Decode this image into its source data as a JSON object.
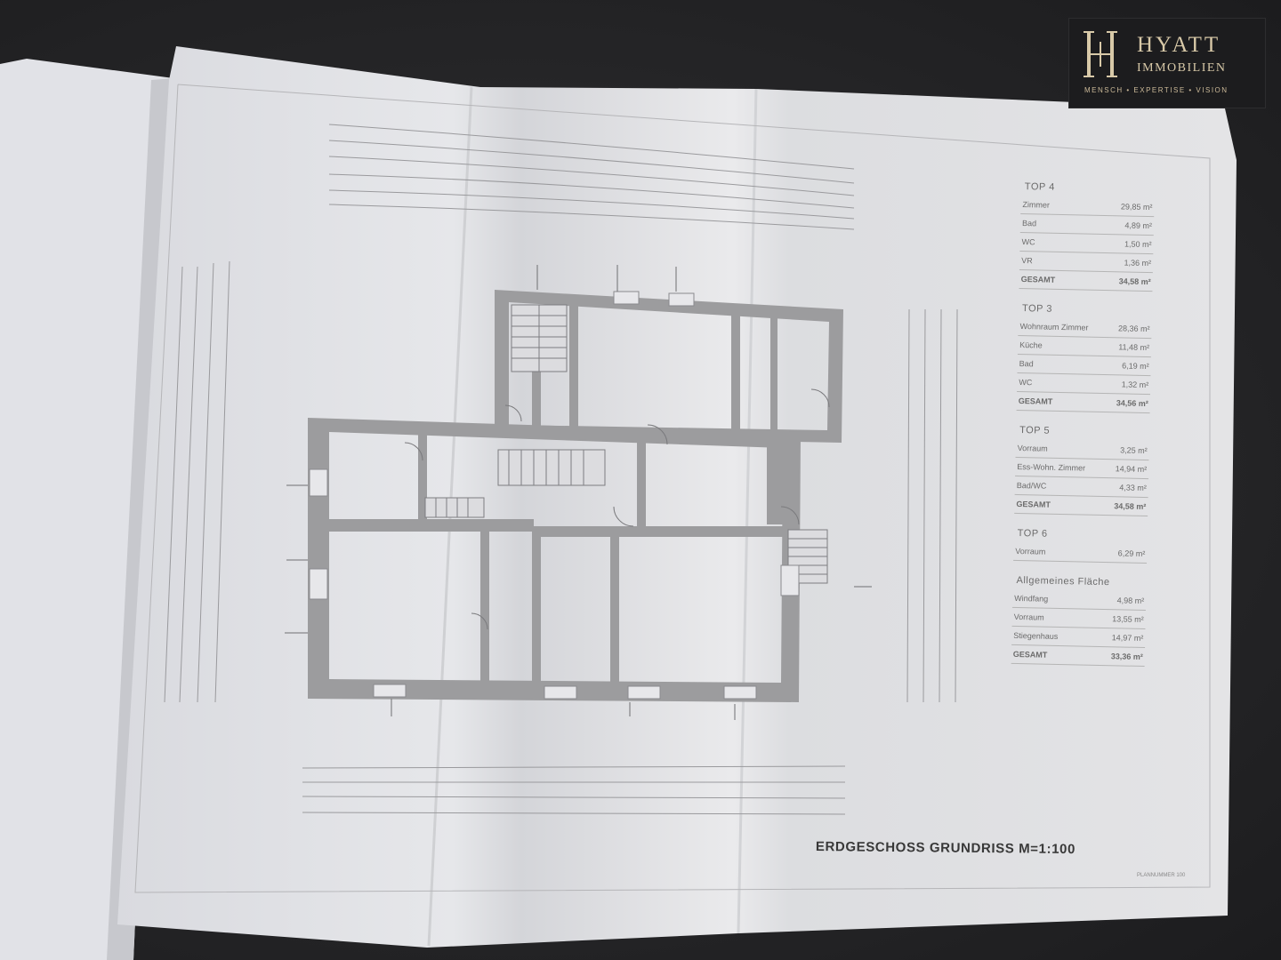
{
  "plan": {
    "title": "ERDGESCHOSS  GRUNDRISS M=1:100",
    "ref": "PLANNUMMER 100"
  },
  "logo": {
    "brand": "HYATT",
    "sub": "IMMOBILIEN",
    "tagline": "MENSCH • EXPERTISE • VISION",
    "icon": "h-monogram-icon",
    "color": "#d8c9a8"
  },
  "legend": [
    {
      "head": "TOP 4",
      "rows": [
        {
          "label": "Zimmer",
          "value": "29,85 m²"
        },
        {
          "label": "Bad",
          "value": "4,89 m²"
        },
        {
          "label": "WC",
          "value": "1,50 m²"
        },
        {
          "label": "VR",
          "value": "1,36 m²"
        },
        {
          "label": "GESAMT",
          "value": "34,58 m²",
          "total": true
        }
      ]
    },
    {
      "head": "TOP 3",
      "rows": [
        {
          "label": "Wohnraum Zimmer",
          "value": "28,36 m²"
        },
        {
          "label": "Küche",
          "value": "11,48 m²"
        },
        {
          "label": "Bad",
          "value": "6,19 m²"
        },
        {
          "label": "WC",
          "value": "1,32 m²"
        },
        {
          "label": "GESAMT",
          "value": "34,56 m²",
          "total": true
        }
      ]
    },
    {
      "head": "TOP 5",
      "rows": [
        {
          "label": "Vorraum",
          "value": "3,25 m²"
        },
        {
          "label": "Ess-Wohn. Zimmer",
          "value": "14,94 m²"
        },
        {
          "label": "Bad/WC",
          "value": "4,33 m²"
        },
        {
          "label": "GESAMT",
          "value": "34,58 m²",
          "total": true
        }
      ]
    },
    {
      "head": "TOP 6",
      "rows": [
        {
          "label": "Vorraum",
          "value": "6,29 m²"
        }
      ]
    },
    {
      "head": "Allgemeines Fläche",
      "rows": [
        {
          "label": "Windfang",
          "value": "4,98 m²"
        },
        {
          "label": "Vorraum",
          "value": "13,55 m²"
        },
        {
          "label": "Stiegenhaus",
          "value": "14,97 m²"
        },
        {
          "label": "GESAMT",
          "value": "33,36 m²",
          "total": true
        }
      ]
    }
  ]
}
